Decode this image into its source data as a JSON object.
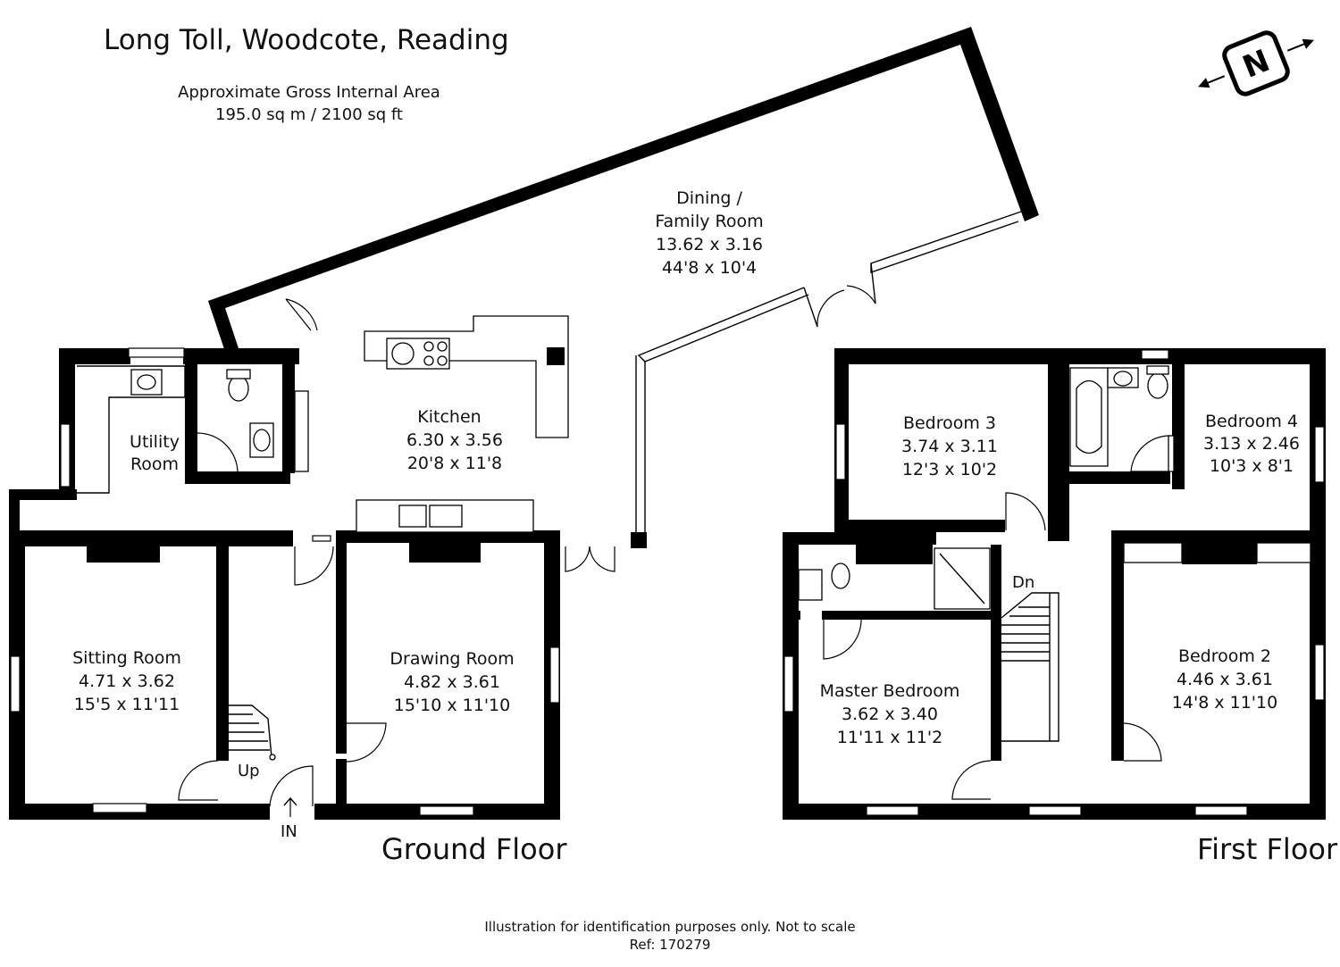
{
  "header": {
    "title": "Long Toll, Woodcote, Reading",
    "area_label": "Approximate Gross Internal Area",
    "area_value": "195.0 sq m / 2100 sq ft"
  },
  "compass": {
    "icon": "north-compass-icon",
    "letter": "N"
  },
  "ground_floor": {
    "label": "Ground Floor",
    "entrance": "IN",
    "stairs": "Up",
    "rooms": [
      {
        "name": "Dining / ",
        "name2": "Family Room",
        "metric": "13.62 x 3.16",
        "imperial": "44'8 x 10'4"
      },
      {
        "name": "Kitchen",
        "metric": "6.30 x 3.56",
        "imperial": "20'8 x 11'8"
      },
      {
        "name": "Utility",
        "name2": "Room"
      },
      {
        "name": "Sitting Room",
        "metric": "4.71 x 3.62",
        "imperial": "15'5 x 11'11"
      },
      {
        "name": "Drawing Room",
        "metric": "4.82 x 3.61",
        "imperial": "15'10 x 11'10"
      }
    ]
  },
  "first_floor": {
    "label": "First Floor",
    "stairs": "Dn",
    "rooms": [
      {
        "name": "Bedroom 3",
        "metric": "3.74 x 3.11",
        "imperial": "12'3 x 10'2"
      },
      {
        "name": "Bedroom 4",
        "metric": "3.13 x 2.46",
        "imperial": "10'3 x 8'1"
      },
      {
        "name": "Master Bedroom",
        "metric": "3.62 x 3.40",
        "imperial": "11'11 x 11'2"
      },
      {
        "name": "Bedroom 2",
        "metric": "4.46 x 3.61",
        "imperial": "14'8 x 11'10"
      }
    ]
  },
  "footer": {
    "disclaimer": "Illustration for identification purposes only. Not to scale",
    "ref": "Ref: 170279"
  }
}
